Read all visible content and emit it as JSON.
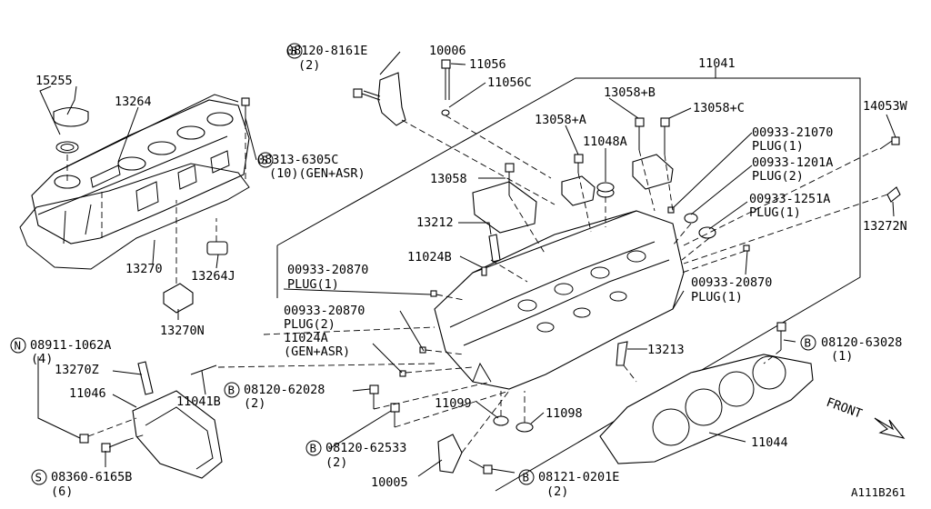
{
  "labels": {
    "p15255": "15255",
    "p13264": "13264",
    "p08313": "08313-6305C",
    "p08313_qty": "(10)(GEN+ASR)",
    "p13270": "13270",
    "p13264j": "13264J",
    "p13270n": "13270N",
    "p08120_8161e": "08120-8161E",
    "p08120_8161e_qty": "(2)",
    "p10006": "10006",
    "p11056": "11056",
    "p11056c": "11056C",
    "p11041": "11041",
    "p13058b": "13058+B",
    "p13058c": "13058+C",
    "p14053w": "14053W",
    "p13058a": "13058+A",
    "p11048a": "11048A",
    "p00933_21070": "00933-21070",
    "p00933_21070_desc": "PLUG(1)",
    "p00933_1201a": "00933-1201A",
    "p00933_1201a_desc": "PLUG(2)",
    "p13058": "13058",
    "p00933_1251a": "00933-1251A",
    "p00933_1251a_desc": "PLUG(1)",
    "p13212": "13212",
    "p13272n": "13272N",
    "p11024b": "11024B",
    "p00933_20870_a": "00933-20870",
    "p00933_20870_a_desc": "PLUG(1)",
    "p00933_20870_c": "00933-20870",
    "p00933_20870_c_desc": "PLUG(1)",
    "p00933_20870_b": "00933-20870",
    "p00933_20870_b_desc": "PLUG(2)",
    "p11024a": "11024A",
    "p11024a_desc": "(GEN+ASR)",
    "p13213": "13213",
    "p08120_63028": "08120-63028",
    "p08120_63028_qty": "(1)",
    "p08911": "08911-1062A",
    "p08911_qty": "(4)",
    "p13270z": "13270Z",
    "p11046": "11046",
    "p11041b": "11041B",
    "p08120_62028": "08120-62028",
    "p08120_62028_qty": "(2)",
    "p11099": "11099",
    "p11098": "11098",
    "p11044": "11044",
    "front": "FRONT",
    "p08120_62533": "08120-62533",
    "p08120_62533_qty": "(2)",
    "p08360": "08360-6165B",
    "p08360_qty": "(6)",
    "p10005": "10005",
    "p08121": "08121-0201E",
    "p08121_qty": "(2)",
    "ref_code": "A111B261",
    "prefix_b": "B",
    "prefix_s": "S",
    "prefix_n": "N"
  }
}
